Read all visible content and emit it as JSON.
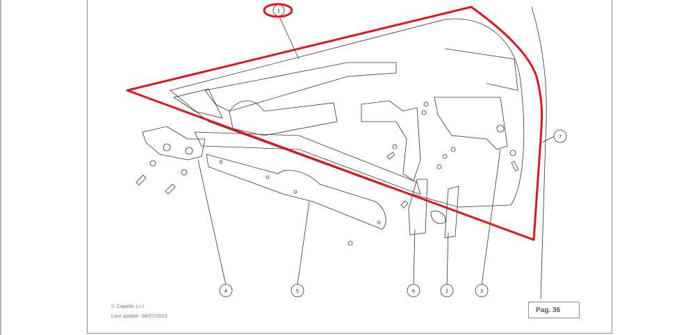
{
  "document": {
    "copyright": "© Capello s.r.l.",
    "last_update": "Last update: 06/07/2015",
    "page_label": "Pag. 36"
  },
  "callouts": [
    "1",
    "2",
    "3",
    "4",
    "5",
    "6",
    "7"
  ],
  "colors": {
    "annotation": "#e0161f",
    "line": "#333333"
  }
}
